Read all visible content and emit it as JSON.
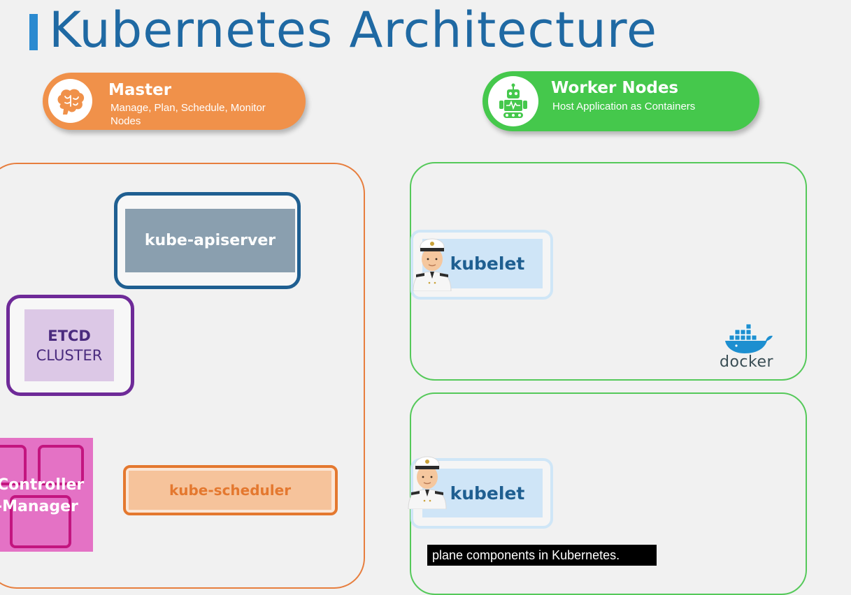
{
  "title": "Kubernetes Architecture",
  "master": {
    "title": "Master",
    "description": "Manage, Plan, Schedule, Monitor Nodes",
    "icon": "brain-icon",
    "color": "#f0914a"
  },
  "worker": {
    "title": "Worker Nodes",
    "description": "Host Application as Containers",
    "icon": "robot-icon",
    "color": "#45c84c"
  },
  "components": {
    "apiserver": "kube-apiserver",
    "etcd_title": "ETCD",
    "etcd_sub": "CLUSTER",
    "controller_line1": "Controller",
    "controller_line2": "-Manager",
    "scheduler": "kube-scheduler"
  },
  "nodes": [
    {
      "kubelet": "kubelet",
      "runtime": "docker"
    },
    {
      "kubelet": "kubelet"
    }
  ],
  "subtitle": "plane components in Kubernetes."
}
